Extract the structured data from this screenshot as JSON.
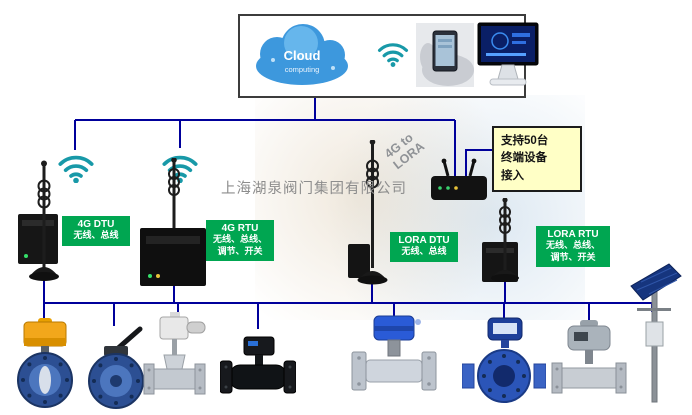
{
  "company_watermark": "上海湖泉阀门集团有限公司",
  "cloud": {
    "title": "Cloud",
    "subtitle": "computing"
  },
  "gateway_label": "4G to\nLORA",
  "note_box": {
    "text": "支持50台\n终端设备\n接入"
  },
  "labels": {
    "dtu_4g": {
      "title": "4G DTU",
      "desc": "无线、总线"
    },
    "rtu_4g": {
      "title": "4G RTU",
      "desc": "无线、总线、\n调节、开关"
    },
    "dtu_lora": {
      "title": "LORA DTU",
      "desc": "无线、总线"
    },
    "rtu_lora": {
      "title": "LORA RTU",
      "desc": "无线、总线、\n调节、开关"
    }
  },
  "colors": {
    "connection_line": "#00009B",
    "label_green": "#00A651",
    "note_yellow": "#FFFFC6",
    "wifi_teal": "#1899A8",
    "cloud_blue": "#3D98DD"
  },
  "icons": {
    "top_row": [
      "cloud-icon",
      "wifi-signal-icon",
      "phone-in-hand-photo",
      "computer-monitor-photo"
    ],
    "middle_row": [
      "wifi-signal-icon",
      "antenna-dtu-device",
      "wifi-signal-icon",
      "antenna-rtu-device",
      "lora-gateway-antenna",
      "router-device",
      "antenna-rtu-device"
    ],
    "equipment": [
      "electric-butterfly-valve",
      "manual-butterfly-valve",
      "electric-gate-valve",
      "black-ball-valve",
      "electric-ball-valve",
      "electromagnetic-flowmeter",
      "actuated-ball-valve",
      "solar-panel-pole"
    ]
  }
}
